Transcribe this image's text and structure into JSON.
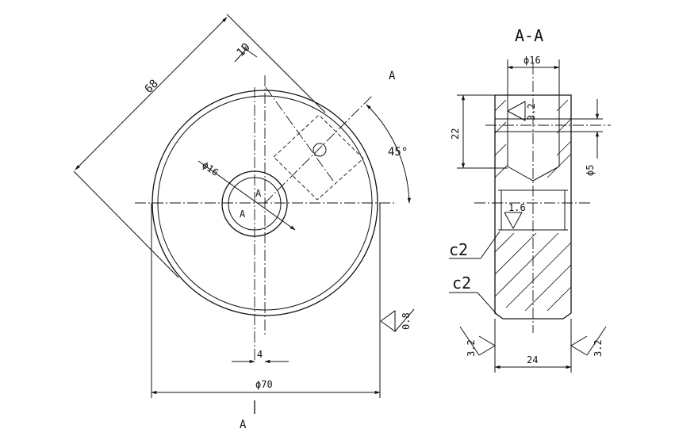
{
  "front_view": {
    "dim_overall_width": "68",
    "dim_small_width": "10",
    "dim_hole_diameter": "ϕ16",
    "dim_angle": "45°",
    "dim_slot_width": "4",
    "dim_outer_diameter": "ϕ70",
    "section_mark_label": "A",
    "roughness_side": "0.8"
  },
  "section_view": {
    "title": "A-A",
    "dim_bore_diameter": "ϕ16",
    "dim_bore_depth": "22",
    "dim_cross_hole": "ϕ5",
    "roughness_bore": "3.2",
    "roughness_slot": "1.6",
    "chamfer_upper": "c2",
    "chamfer_lower": "c2",
    "roughness_left": "3.2",
    "roughness_right": "3.2",
    "dim_height": "24"
  }
}
